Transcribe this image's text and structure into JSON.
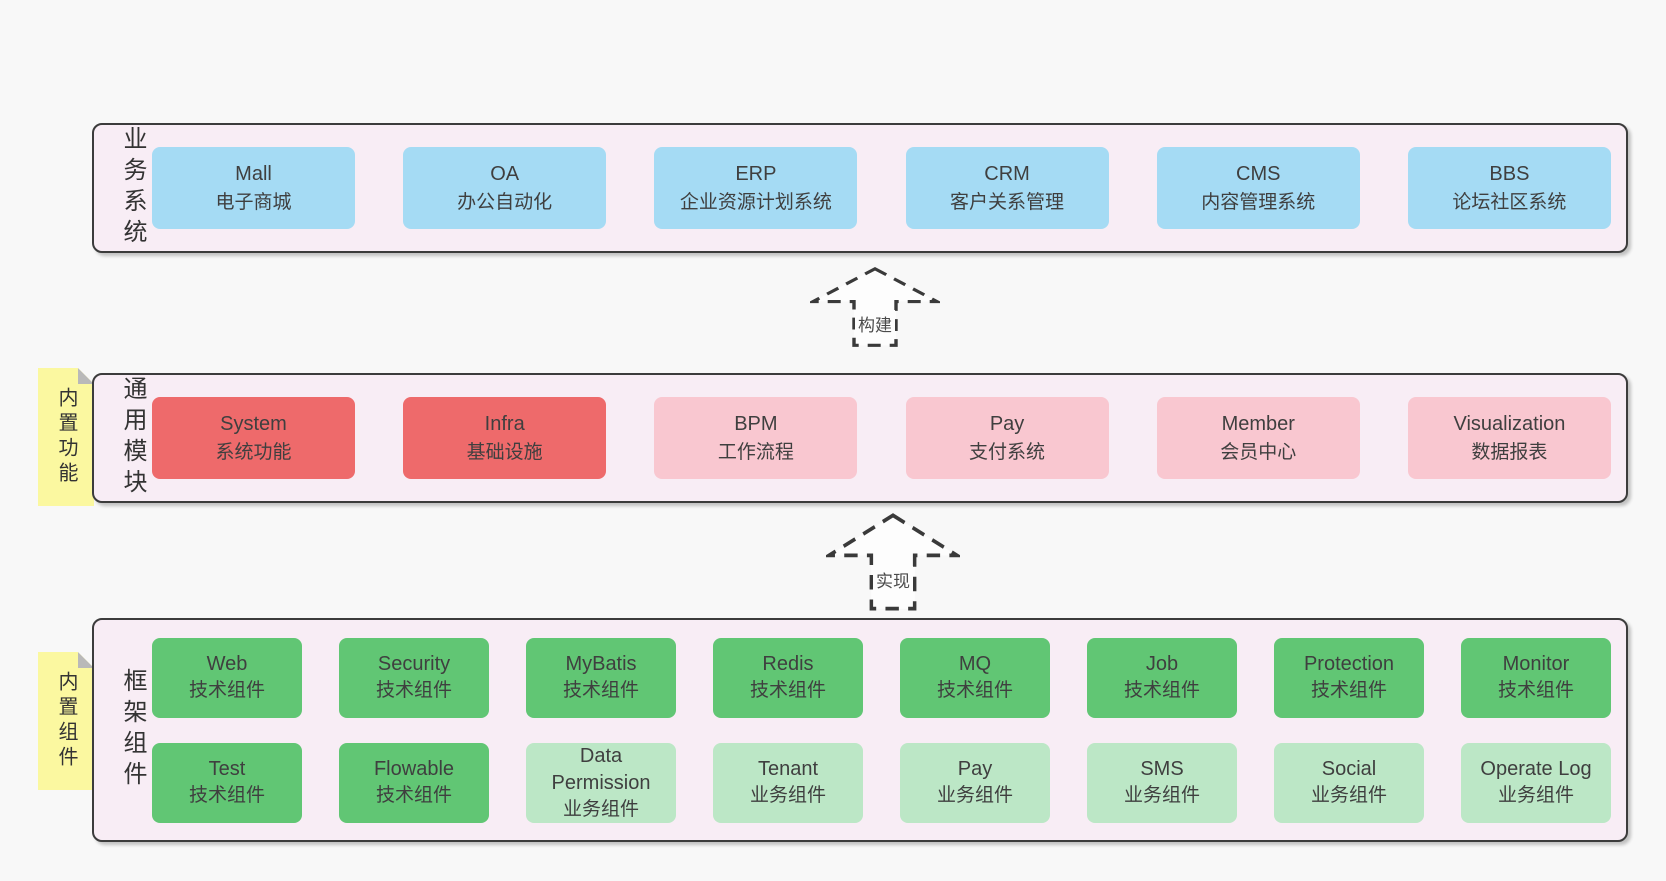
{
  "colors": {
    "page_background": "#f8f8f8",
    "band_background": "#f8edf5",
    "band_border": "#3c3c3c",
    "business_box": "#a5dbf4",
    "core_module_box": "#ee6a6b",
    "optional_module_box": "#f9c7d0",
    "tech_component_box": "#61c674",
    "biz_component_box": "#bce7c6",
    "sticky_note": "#fbf8a0",
    "sticky_fold": "#b9b9b9",
    "text": "#3f3f3f"
  },
  "arrows": [
    {
      "label": "构建"
    },
    {
      "label": "实现"
    }
  ],
  "bands": [
    {
      "label": "业务系统",
      "boxes": [
        {
          "name": "Mall",
          "desc": "电子商城",
          "type": "blue"
        },
        {
          "name": "OA",
          "desc": "办公自动化",
          "type": "blue"
        },
        {
          "name": "ERP",
          "desc": "企业资源计划系统",
          "type": "blue"
        },
        {
          "name": "CRM",
          "desc": "客户关系管理",
          "type": "blue"
        },
        {
          "name": "CMS",
          "desc": "内容管理系统",
          "type": "blue"
        },
        {
          "name": "BBS",
          "desc": "论坛社区系统",
          "type": "blue"
        }
      ]
    },
    {
      "label": "通用模块",
      "sticky": "内置功能",
      "boxes": [
        {
          "name": "System",
          "desc": "系统功能",
          "type": "red"
        },
        {
          "name": "Infra",
          "desc": "基础设施",
          "type": "red"
        },
        {
          "name": "BPM",
          "desc": "工作流程",
          "type": "pink"
        },
        {
          "name": "Pay",
          "desc": "支付系统",
          "type": "pink"
        },
        {
          "name": "Member",
          "desc": "会员中心",
          "type": "pink"
        },
        {
          "name": "Visualization",
          "desc": "数据报表",
          "type": "pink"
        }
      ]
    },
    {
      "label": "框架组件",
      "sticky": "内置组件",
      "rows": [
        [
          {
            "name": "Web",
            "desc": "技术组件",
            "type": "green"
          },
          {
            "name": "Security",
            "desc": "技术组件",
            "type": "green"
          },
          {
            "name": "MyBatis",
            "desc": "技术组件",
            "type": "green"
          },
          {
            "name": "Redis",
            "desc": "技术组件",
            "type": "green"
          },
          {
            "name": "MQ",
            "desc": "技术组件",
            "type": "green"
          },
          {
            "name": "Job",
            "desc": "技术组件",
            "type": "green"
          },
          {
            "name": "Protection",
            "desc": "技术组件",
            "type": "green"
          },
          {
            "name": "Monitor",
            "desc": "技术组件",
            "type": "green"
          }
        ],
        [
          {
            "name": "Test",
            "desc": "技术组件",
            "type": "green"
          },
          {
            "name": "Flowable",
            "desc": "技术组件",
            "type": "green"
          },
          {
            "name": "Data Permission",
            "desc": "业务组件",
            "type": "green-light"
          },
          {
            "name": "Tenant",
            "desc": "业务组件",
            "type": "green-light"
          },
          {
            "name": "Pay",
            "desc": "业务组件",
            "type": "green-light"
          },
          {
            "name": "SMS",
            "desc": "业务组件",
            "type": "green-light"
          },
          {
            "name": "Social",
            "desc": "业务组件",
            "type": "green-light"
          },
          {
            "name": "Operate Log",
            "desc": "业务组件",
            "type": "green-light"
          }
        ]
      ]
    }
  ]
}
